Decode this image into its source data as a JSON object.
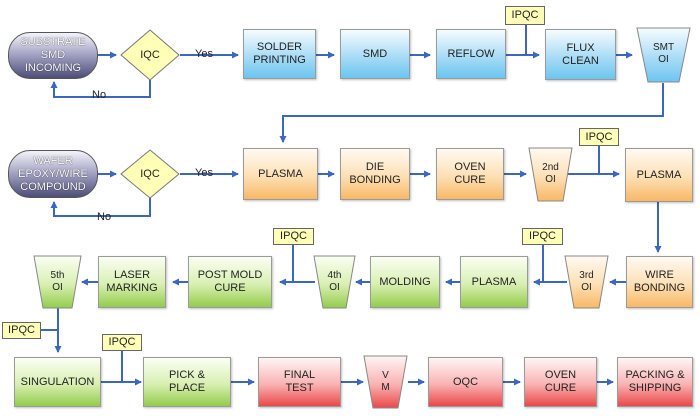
{
  "row1": {
    "start": "SUBSTRATE\nSMD\nINCOMING",
    "iqc": "IQC",
    "yes": "Yes",
    "no": "No",
    "solder": "SOLDER\nPRINTING",
    "smd": "SMD",
    "reflow": "REFLOW",
    "flux": "FLUX\nCLEAN",
    "ipqc": "IPQC",
    "oi": "SMT\nOI"
  },
  "row2": {
    "start": "WAFER\nEPOXY/WIRE\nCOMPOUND",
    "iqc": "IQC",
    "yes": "Yes",
    "no": "No",
    "plasma1": "PLASMA",
    "die": "DIE\nBONDING",
    "oven": "OVEN\nCURE",
    "oi": "2nd\nOI",
    "ipqc": "IPQC",
    "plasma2": "PLASMA"
  },
  "row3": {
    "oi5": "5th\nOI",
    "laser": "LASER\nMARKING",
    "pmc": "POST MOLD\nCURE",
    "ipqc_a": "IPQC",
    "oi4": "4th\nOI",
    "molding": "MOLDING",
    "plasma": "PLASMA",
    "ipqc_b": "IPQC",
    "oi3": "3rd\nOI",
    "wire": "WIRE\nBONDING"
  },
  "row4": {
    "ipqc_left": "IPQC",
    "singulation": "SINGULATION",
    "ipqc": "IPQC",
    "pick": "PICK &\nPLACE",
    "final": "FINAL\nTEST",
    "vm": "V\nM",
    "oqc": "OQC",
    "oven": "OVEN\nCURE",
    "packing": "PACKING &\nSHIPPING"
  },
  "colors": {
    "arrow": "#3a66c4",
    "blue_step": "#6cc5f0",
    "orange_step": "#f8b866",
    "green_step": "#93cc4c",
    "red_step": "#ea4848",
    "check": "#ffffb8",
    "start": "#4d4d78"
  }
}
